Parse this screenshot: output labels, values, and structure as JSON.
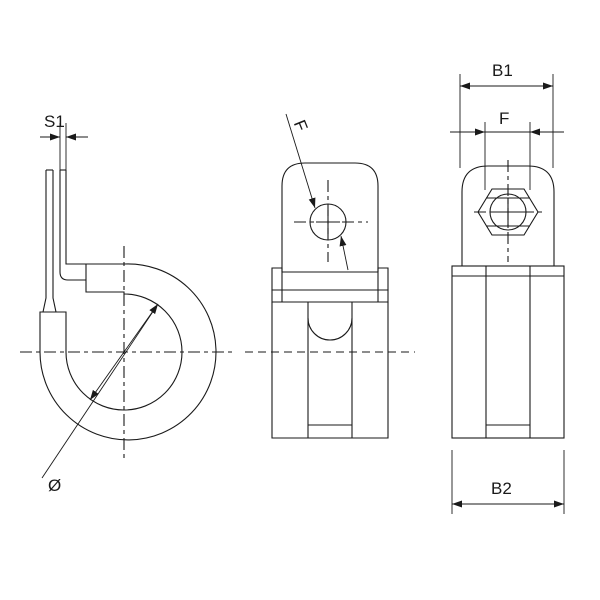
{
  "labels": {
    "s1": "S1",
    "diameter": "Ø",
    "f_side": "F",
    "b1": "B1",
    "f_front": "F",
    "b2": "B2"
  },
  "colors": {
    "line": "#1a1a1a",
    "background": "#ffffff"
  }
}
